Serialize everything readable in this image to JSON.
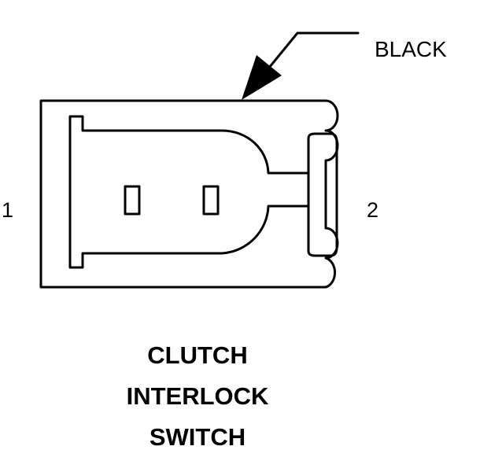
{
  "connector": {
    "wire_color_label": "BLACK",
    "pin_1_label": "1",
    "pin_2_label": "2",
    "title_lines": [
      "CLUTCH",
      "INTERLOCK",
      "SWITCH"
    ],
    "line_color": "#000000",
    "background_color": "#ffffff"
  }
}
